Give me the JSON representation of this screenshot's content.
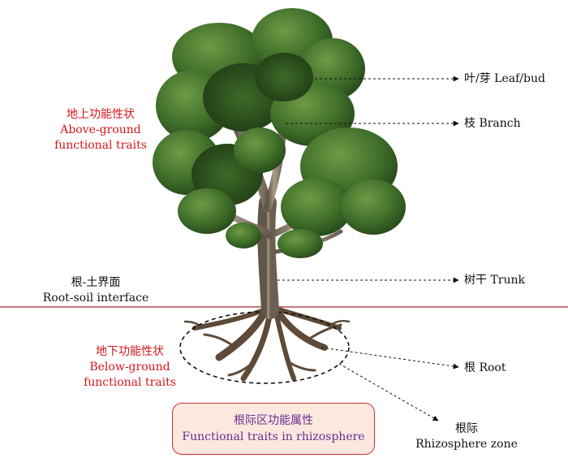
{
  "labels": {
    "leaf": "叶/芽 Leaf/bud",
    "branch": "枝 Branch",
    "trunk": "树干 Trunk",
    "root": "根 Root",
    "rhizosphere_zone_zh": "根际",
    "rhizosphere_zone_en": "Rhizosphere zone"
  },
  "above_ground": {
    "zh": "地上功能性状",
    "en1": "Above-ground",
    "en2": "functional traits"
  },
  "interface": {
    "zh": "根-土界面",
    "en": "Root-soil interface"
  },
  "below_ground": {
    "zh": "地下功能性状",
    "en1": "Below-ground",
    "en2": "functional traits"
  },
  "rhizosphere_box": {
    "zh": "根际区功能属性",
    "en": "Functional traits in rhizosphere"
  },
  "colors": {
    "trait_label": "#d4161c",
    "rhizosphere_text": "#6a2d8f",
    "box_border": "#c9302c",
    "box_fill": "#fbe9df",
    "ground_line": "#a3262a",
    "foliage": "#3f6f2a",
    "bark": "#8a7a66",
    "root": "#5e4a38"
  }
}
